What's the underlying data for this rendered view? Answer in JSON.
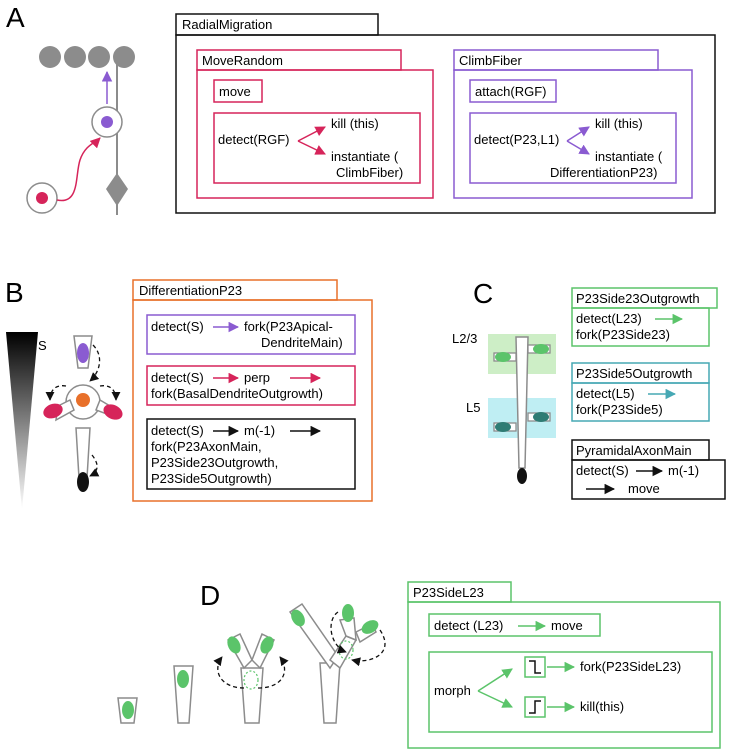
{
  "colors": {
    "pink": "#d6245a",
    "purple": "#8a5bd1",
    "orange": "#e8702a",
    "green": "#5bc46a",
    "light_green": "#cdeec6",
    "teal": "#2e7c74",
    "light_teal": "#bfeef3",
    "teal_border": "#46a8b4",
    "gray": "#8c8c8c",
    "black": "#111111"
  },
  "panels": {
    "A": {
      "letter": "A",
      "outer_title": "RadialMigration",
      "move_random": {
        "title": "MoveRandom",
        "action": "move",
        "detect": "detect(RGF)",
        "kill": "kill (this)",
        "instantiate_1": "instantiate (",
        "instantiate_2": "ClimbFiber)"
      },
      "climb_fiber": {
        "title": "ClimbFiber",
        "action": "attach(RGF)",
        "detect": "detect(P23,L1)",
        "kill": "kill (this)",
        "instantiate_1": "instantiate (",
        "instantiate_2": "DifferentiationP23)"
      }
    },
    "B": {
      "letter": "B",
      "gradient_label": "S",
      "outer_title": "DifferentiationP23",
      "rule1": {
        "detect": "detect(S)",
        "line1": "fork(P23Apical-",
        "line2": "DendriteMain)"
      },
      "rule2": {
        "detect": "detect(S)",
        "middle": "perp",
        "line2": "fork(BasalDendriteOutgrowth)"
      },
      "rule3": {
        "detect": "detect(S)",
        "middle": "m(-1)",
        "line2": "fork(P23AxonMain,",
        "line3": "P23Side23Outgrowth,",
        "line4": "P23Side5Outgrowth)"
      }
    },
    "C": {
      "letter": "C",
      "layer_23": "L2/3",
      "layer_5": "L5",
      "box1": {
        "title": "P23Side23Outgrowth",
        "line1": "detect(L23)",
        "line2": "fork(P23Side23)"
      },
      "box2": {
        "title": "P23Side5Outgrowth",
        "line1": "detect(L5)",
        "line2": "fork(P23Side5)"
      },
      "box3": {
        "title": "PyramidalAxonMain",
        "line1": "detect(S)",
        "middle": "m(-1)",
        "line2": "move"
      }
    },
    "D": {
      "letter": "D",
      "outer_title": "P23SideL23",
      "rule1": {
        "detect": "detect (L23)",
        "action": "move"
      },
      "morph": "morph",
      "fork": "fork(P23SideL23)",
      "kill": "kill(this)"
    }
  }
}
